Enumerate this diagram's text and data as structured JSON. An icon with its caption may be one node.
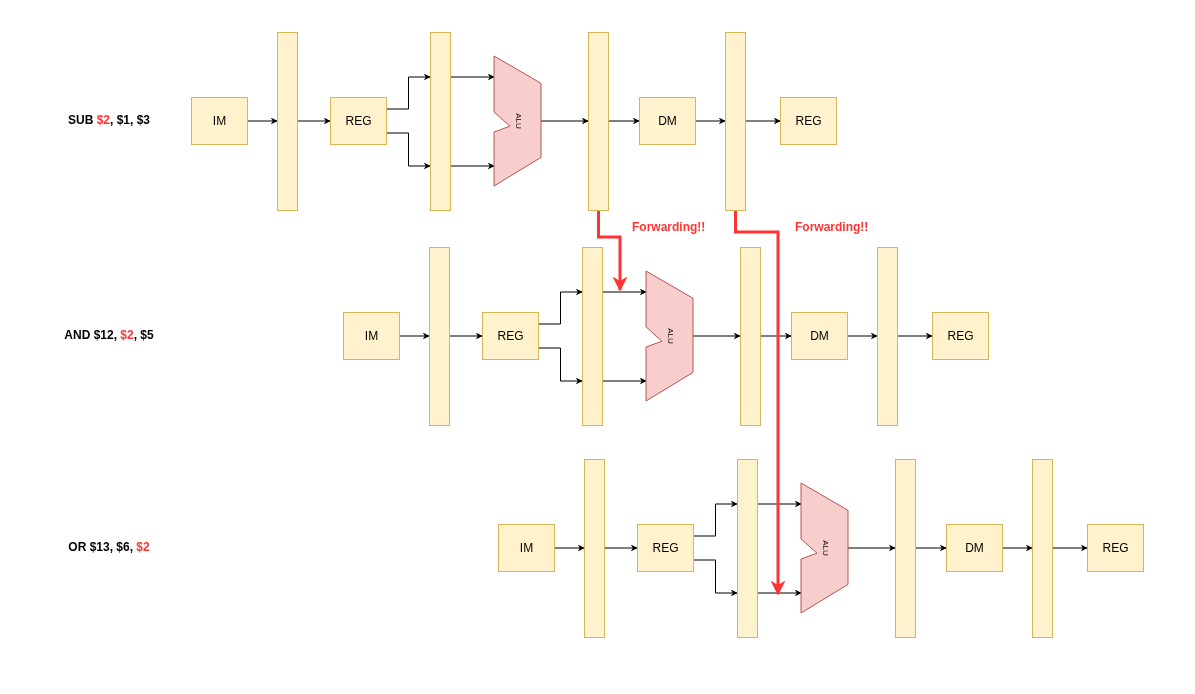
{
  "diagram": {
    "nodes": [
      {
        "text": [
          "IM"
        ]
      },
      {
        "text": [],
        "shape": "bar"
      },
      {
        "text": [
          "REG"
        ]
      },
      {
        "text": [],
        "shape": "bar"
      },
      {
        "text": [
          "ALU"
        ]
      },
      {
        "text": [],
        "shape": "bar"
      },
      {
        "text": [
          "DM"
        ]
      },
      {
        "text": [],
        "shape": "bar"
      },
      {
        "text": [
          "REG"
        ]
      },
      {
        "text": [
          "IM"
        ]
      },
      {
        "text": [],
        "shape": "bar"
      },
      {
        "text": [
          "REG"
        ]
      },
      {
        "text": [],
        "shape": "bar"
      },
      {
        "text": [
          "ALU"
        ]
      },
      {
        "text": [],
        "shape": "bar"
      },
      {
        "text": [
          "DM"
        ]
      },
      {
        "text": [],
        "shape": "bar"
      },
      {
        "text": [
          "REG"
        ]
      },
      {
        "text": [
          "IM"
        ]
      },
      {
        "text": [],
        "shape": "bar"
      },
      {
        "text": [
          "REG"
        ]
      },
      {
        "text": [],
        "shape": "bar"
      },
      {
        "text": [
          "ALU"
        ]
      },
      {
        "text": [],
        "shape": "bar"
      },
      {
        "text": [
          "DM"
        ]
      },
      {
        "text": [],
        "shape": "bar"
      },
      {
        "text": [
          "REG"
        ]
      }
    ],
    "edges": [
      {
        "from": 0,
        "to": 1,
        "arrow": "to"
      },
      {
        "from": 1,
        "to": 2,
        "arrow": "to"
      },
      {
        "from": 2,
        "to": 3,
        "arrow": "to"
      },
      {
        "from": 2,
        "to": 3,
        "arrow": "to"
      },
      {
        "from": 3,
        "to": 4,
        "arrow": "to"
      },
      {
        "from": 3,
        "to": 4,
        "arrow": "to"
      },
      {
        "from": 4,
        "to": 5,
        "arrow": "to"
      },
      {
        "from": 5,
        "to": 6,
        "arrow": "to"
      },
      {
        "from": 6,
        "to": 7,
        "arrow": "to"
      },
      {
        "from": 7,
        "to": 8,
        "arrow": "to"
      },
      {
        "from": 9,
        "to": 10,
        "arrow": "to"
      },
      {
        "from": 10,
        "to": 11,
        "arrow": "to"
      },
      {
        "from": 11,
        "to": 12,
        "arrow": "to"
      },
      {
        "from": 11,
        "to": 12,
        "arrow": "to"
      },
      {
        "from": 12,
        "to": 13,
        "arrow": "to"
      },
      {
        "from": 12,
        "to": 13,
        "arrow": "to"
      },
      {
        "from": 13,
        "to": 14,
        "arrow": "to"
      },
      {
        "from": 14,
        "to": 15,
        "arrow": "to"
      },
      {
        "from": 15,
        "to": 16,
        "arrow": "to"
      },
      {
        "from": 16,
        "to": 17,
        "arrow": "to"
      },
      {
        "from": 18,
        "to": 19,
        "arrow": "to"
      },
      {
        "from": 19,
        "to": 20,
        "arrow": "to"
      },
      {
        "from": 20,
        "to": 21,
        "arrow": "to"
      },
      {
        "from": 20,
        "to": 21,
        "arrow": "to"
      },
      {
        "from": 21,
        "to": 22,
        "arrow": "to"
      },
      {
        "from": 21,
        "to": 22,
        "arrow": "to"
      },
      {
        "from": 22,
        "to": 23,
        "arrow": "to"
      },
      {
        "from": 23,
        "to": 24,
        "arrow": "to"
      },
      {
        "from": 24,
        "to": 25,
        "arrow": "to"
      },
      {
        "from": 25,
        "to": 26,
        "arrow": "to"
      },
      {
        "from": 5,
        "to": 13,
        "arrow": "to",
        "label": "Forwarding!!",
        "style": "thick",
        "color": "#ff3333"
      },
      {
        "from": 7,
        "to": 22,
        "arrow": "to",
        "label": "Forwarding!!",
        "style": "thick",
        "color": "#ff3333"
      }
    ],
    "labels": [
      "SUB **$2**, $1, $3",
      "AND $12, **$2**, $5",
      "OR $13, $6, **$2**"
    ]
  }
}
